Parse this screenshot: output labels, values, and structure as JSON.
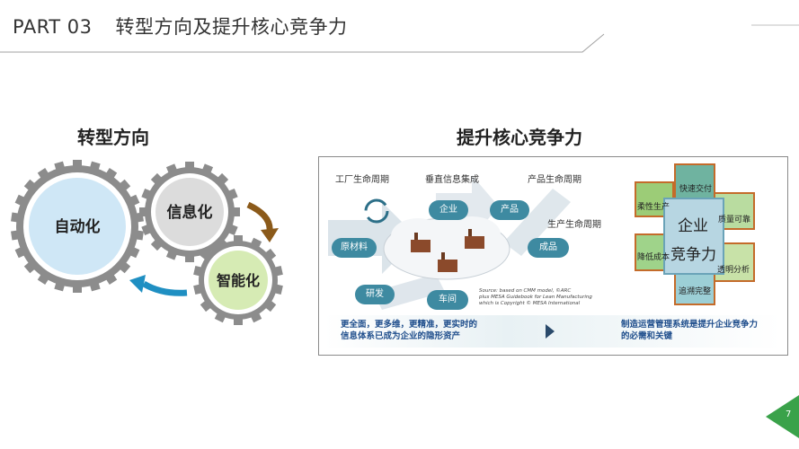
{
  "header": {
    "part": "PART 03",
    "title": "转型方向及提升核心竞争力"
  },
  "left": {
    "title": "转型方向",
    "gears": {
      "big": "自动化",
      "mid": "信息化",
      "small": "智能化"
    }
  },
  "right": {
    "title": "提升核心竞争力",
    "lifecycle_labels": {
      "factory": "工厂生命周期",
      "vertical": "垂直信息集成",
      "product": "产品生命周期",
      "production": "生产生命周期"
    },
    "nodes": {
      "enterprise": "企业",
      "product": "产品",
      "raw": "原材料",
      "finished": "成品",
      "rd": "研发",
      "workshop": "车间"
    },
    "source": [
      "Source: based on CMM model, ©ARC",
      "plus MESA Guidebook for Lean Manufacturing",
      "which is Copyright © MESA International"
    ],
    "bar_left": [
      "更全面，更多维，更精准，更实时的",
      "信息体系已成为企业的隐形资产"
    ],
    "bar_right": [
      "制造运营管理系统是提升企业竞争力",
      "的必需和关键"
    ],
    "cube": {
      "top": "快速交付",
      "left": "柔性生产",
      "right": "质量可靠",
      "bottom_left": "降低成本",
      "bottom_right": "透明分析",
      "bottom": "追溯完整",
      "core_1": "企业",
      "core_2": "竞争力"
    }
  },
  "page_number": "7",
  "colors": {
    "gear_outer": "#8c8c8c",
    "gear_big_fill": "#cfe7f6",
    "gear_mid_fill": "#dcdcdc",
    "gear_small_fill": "#d6ebb4",
    "arrow_brown": "#8b5a1a",
    "arrow_blue": "#1f8fc2",
    "node_blue": "#3e8aa1",
    "accent_green": "#3aa24a",
    "bar_text": "#1f4e8c"
  }
}
